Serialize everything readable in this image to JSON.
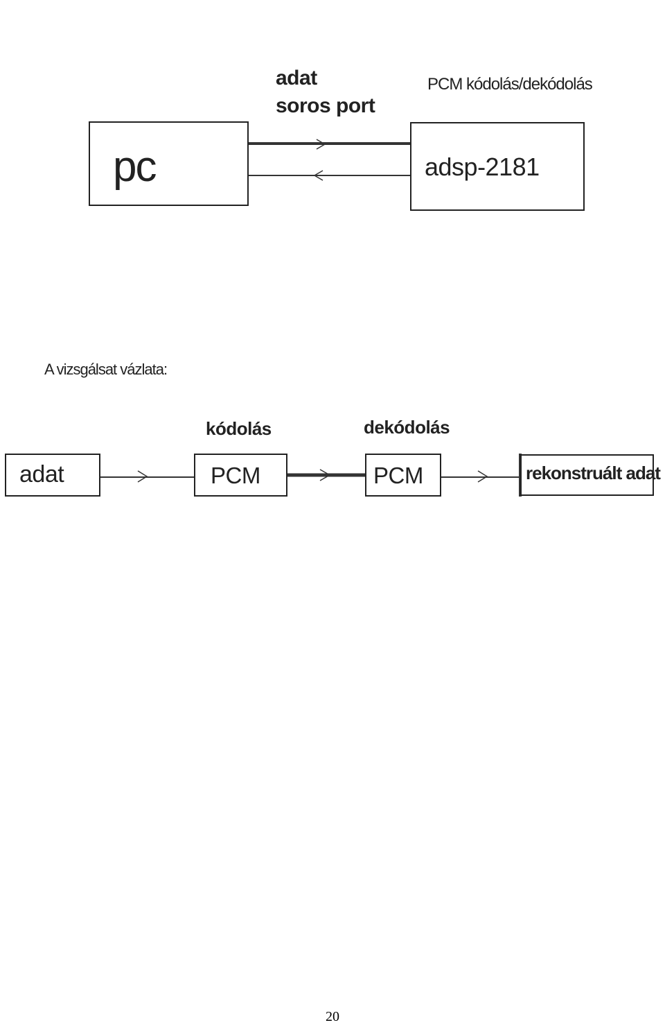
{
  "diagram1": {
    "title": "PCM kódolás/dekódolás",
    "link_label_line1": "adat",
    "link_label_line2": "soros port",
    "pc_box": "pc",
    "dsp_box": "adsp-2181"
  },
  "diagram2": {
    "caption": "A vizsgálsat vázlata:",
    "input_box": "adat",
    "encoder_label": "kódolás",
    "encoder_box": "PCM",
    "decoder_label": "dekódolás",
    "decoder_box": "PCM",
    "output_box": "rekonstruált adat"
  },
  "footer": {
    "page_number": "20"
  }
}
